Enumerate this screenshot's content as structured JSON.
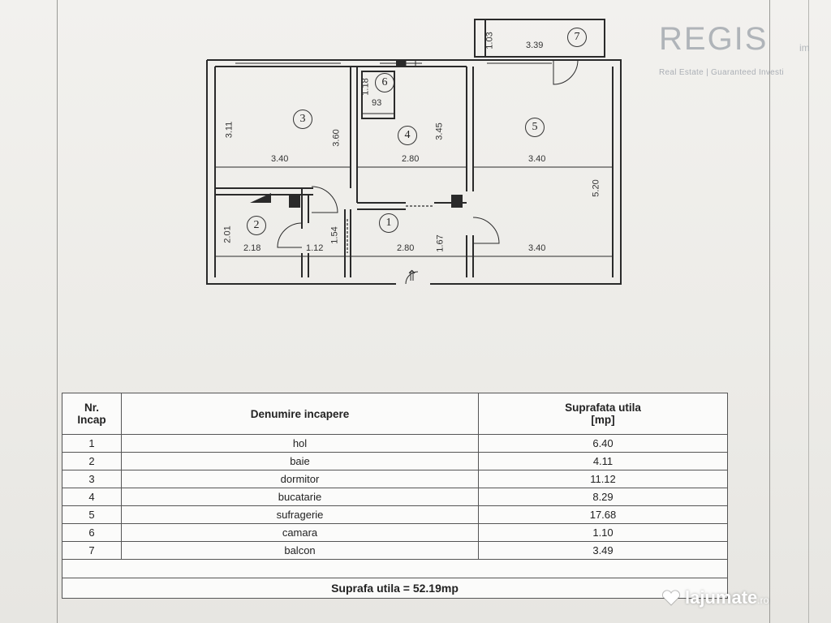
{
  "logo": {
    "brand": "REGIS",
    "suffix": "im",
    "tagline": "Real Estate | Guaranteed Investi"
  },
  "plan": {
    "entrance_arrow": "⇑",
    "rooms": [
      {
        "no": "1"
      },
      {
        "no": "2"
      },
      {
        "no": "3"
      },
      {
        "no": "4"
      },
      {
        "no": "5"
      },
      {
        "no": "6"
      },
      {
        "no": "7"
      }
    ],
    "dims": {
      "balcony_depth": "1.03",
      "balcony_width": "3.39",
      "closet_depth": "1.18",
      "closet_width": "93",
      "r3_height": "3.11",
      "r3_width": "3.40",
      "r3_inner": "3.60",
      "r4_width": "2.80",
      "r4_height": "3.45",
      "r5_width_top": "3.40",
      "r5_height": "5.20",
      "r5_width_bottom": "3.40",
      "r2_height": "2.01",
      "r2_width": "2.18",
      "r2_inner": "1.12",
      "hall_left": "1.54",
      "hall_width": "2.80",
      "hall_right": "1.67"
    }
  },
  "table": {
    "headers": {
      "nr_line1": "Nr.",
      "nr_line2": "Incap",
      "name": "Denumire incapere",
      "area_line1": "Suprafata utila",
      "area_line2": "[mp]"
    },
    "rows": [
      {
        "nr": "1",
        "name": "hol",
        "area": "6.40"
      },
      {
        "nr": "2",
        "name": "baie",
        "area": "4.11"
      },
      {
        "nr": "3",
        "name": "dormitor",
        "area": "11.12"
      },
      {
        "nr": "4",
        "name": "bucatarie",
        "area": "8.29"
      },
      {
        "nr": "5",
        "name": "sufragerie",
        "area": "17.68"
      },
      {
        "nr": "6",
        "name": "camara",
        "area": "1.10"
      },
      {
        "nr": "7",
        "name": "balcon",
        "area": "3.49"
      }
    ],
    "total": "Suprafa utila = 52.19mp"
  },
  "watermark": {
    "text": "lajumate",
    "tld": ".ro"
  }
}
